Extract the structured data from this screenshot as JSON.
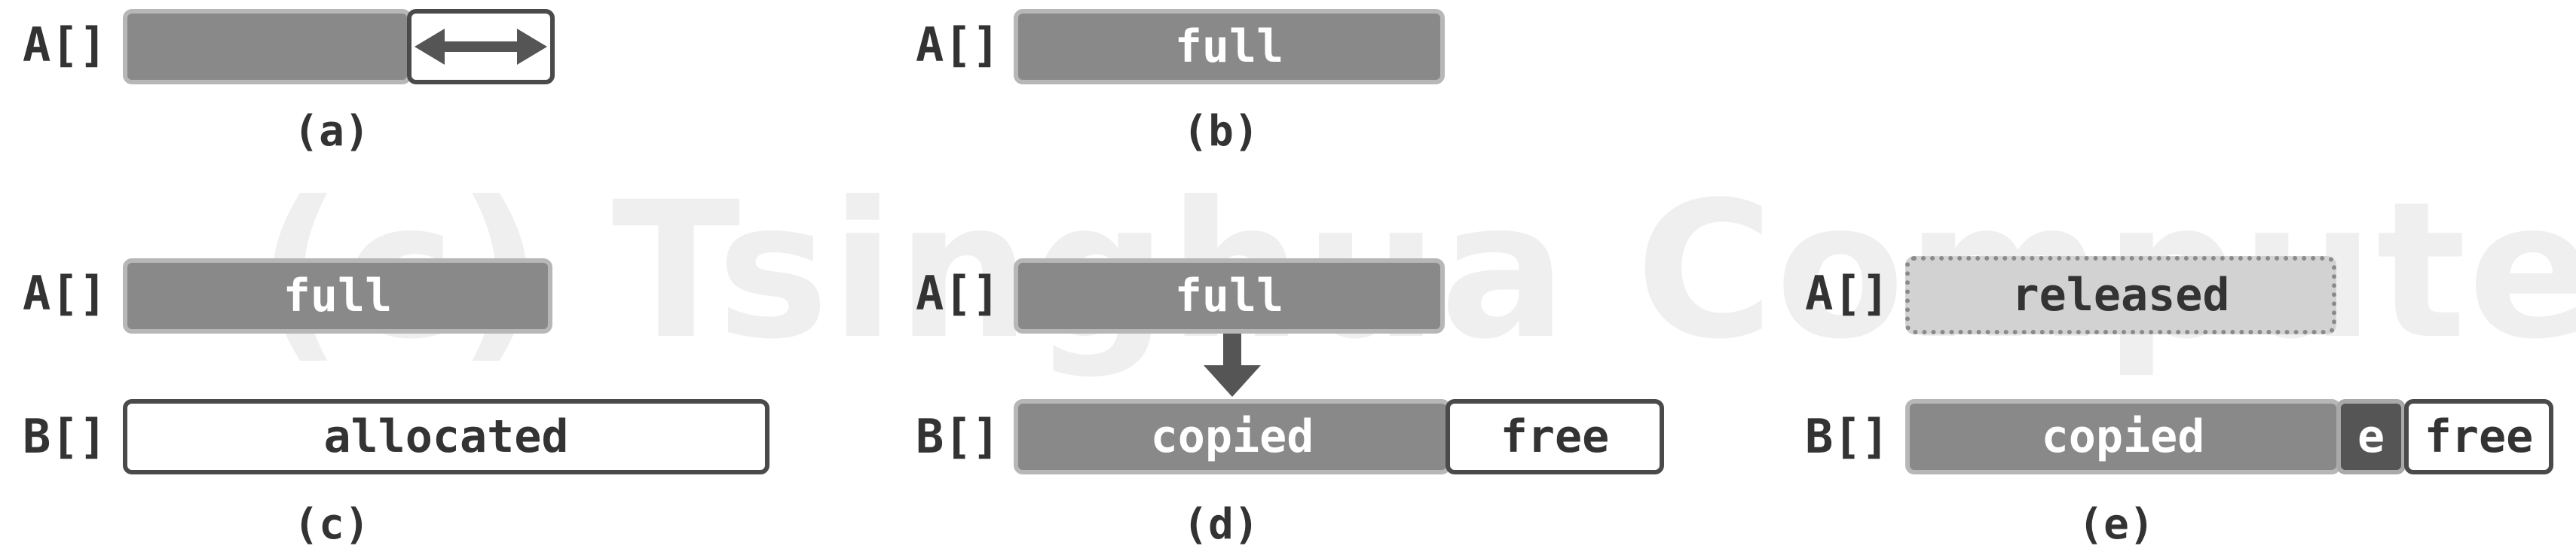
{
  "watermark": "(c) Tsinghua Computer",
  "labels": {
    "a": "A[]",
    "b": "B[]"
  },
  "panel_a": {
    "caption": "(a)"
  },
  "panel_b": {
    "caption": "(b)",
    "a_text": "full"
  },
  "panel_c": {
    "caption": "(c)",
    "a_text": "full",
    "b_text": "allocated"
  },
  "panel_d": {
    "caption": "(d)",
    "a_text": "full",
    "b_copied": "copied",
    "b_free": "free"
  },
  "panel_e": {
    "caption": "(e)",
    "a_text": "released",
    "b_copied": "copied",
    "b_e": "e",
    "b_free": "free"
  },
  "colors": {
    "filled": "#898989",
    "filled_border": "#b7b7b7",
    "outline": "#4a4a4a",
    "dark": "#555555",
    "released": "#d2d2d2"
  }
}
